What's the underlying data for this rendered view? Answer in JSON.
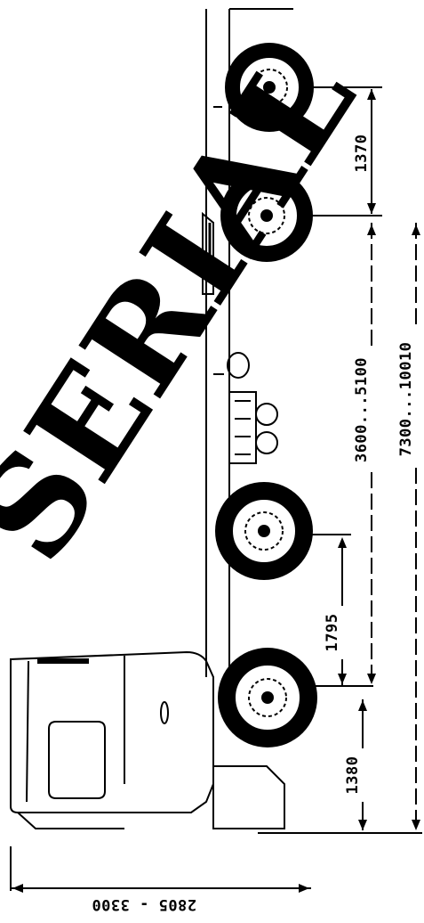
{
  "drawing": {
    "title": "",
    "watermark": "SERIAL",
    "dimensions": {
      "front_overhang": "1380",
      "axle_1_2": "1795",
      "wheelbase": "3600...5100",
      "rear_tandem": "1370",
      "overall_length": "7300...10010",
      "cab_height": "2805 - 3300"
    },
    "colors": {
      "line": "#000000",
      "background": "#ffffff"
    }
  }
}
